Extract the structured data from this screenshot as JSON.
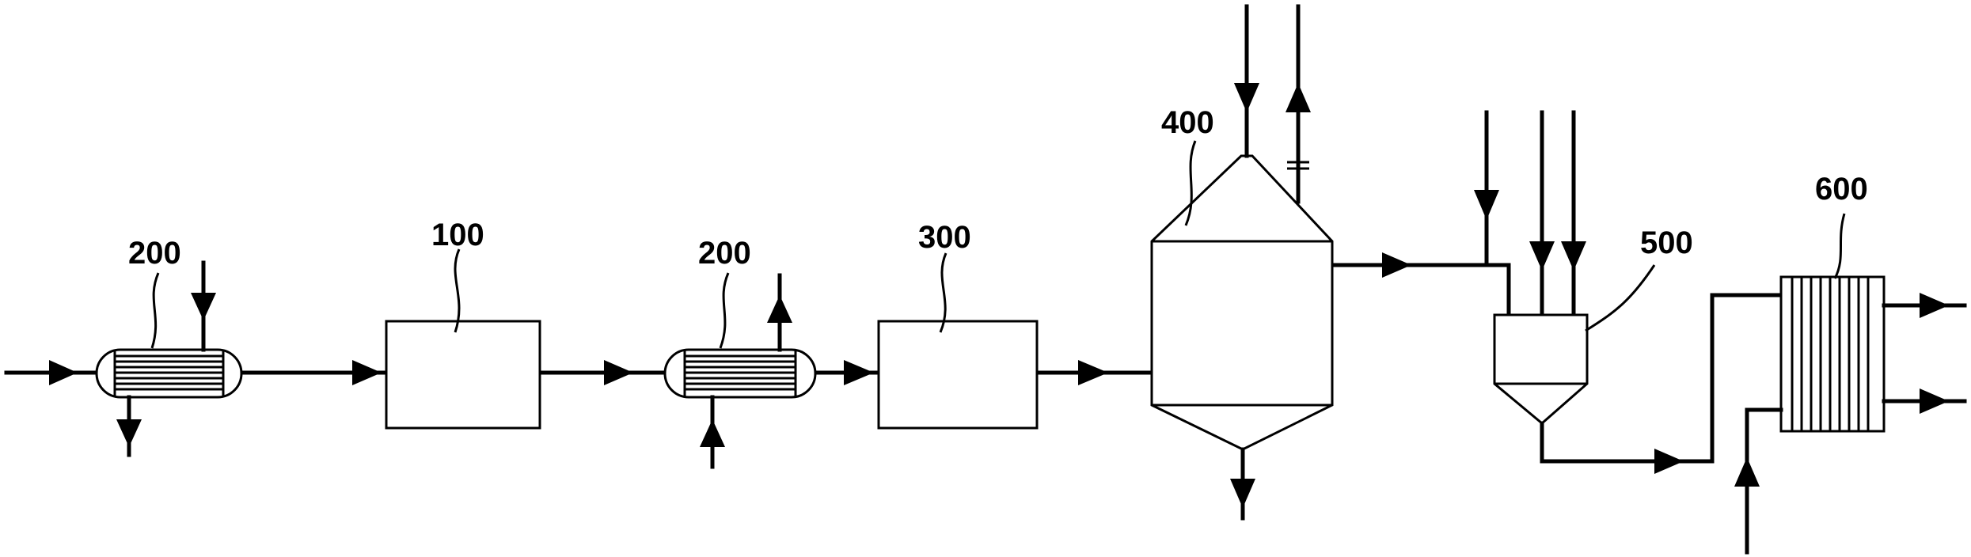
{
  "labels": {
    "hx1": "200",
    "box100": "100",
    "hx2": "200",
    "box300": "300",
    "reactor400": "400",
    "sep500": "500",
    "hx600": "600"
  }
}
